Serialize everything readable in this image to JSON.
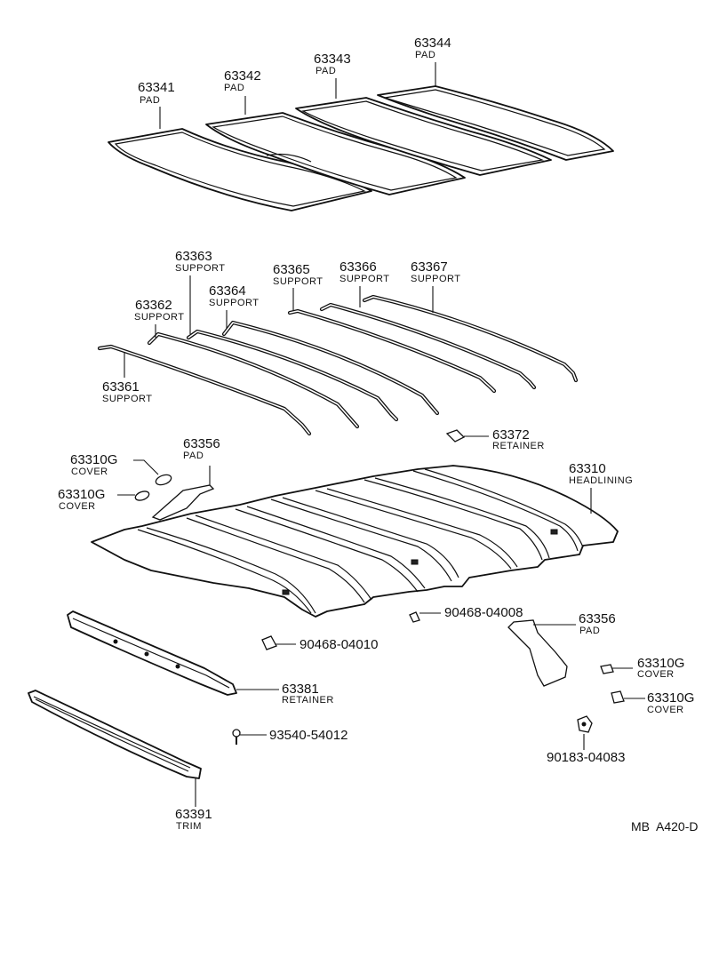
{
  "callouts": [
    {
      "id": "c63341",
      "number": "63341",
      "desc": "PAD"
    },
    {
      "id": "c63342",
      "number": "63342",
      "desc": "PAD"
    },
    {
      "id": "c63343",
      "number": "63343",
      "desc": "PAD"
    },
    {
      "id": "c63344",
      "number": "63344",
      "desc": "PAD"
    },
    {
      "id": "c63361",
      "number": "63361",
      "desc": "SUPPORT"
    },
    {
      "id": "c63362",
      "number": "63362",
      "desc": "SUPPORT"
    },
    {
      "id": "c63363",
      "number": "63363",
      "desc": "SUPPORT"
    },
    {
      "id": "c63364",
      "number": "63364",
      "desc": "SUPPORT"
    },
    {
      "id": "c63365",
      "number": "63365",
      "desc": "SUPPORT"
    },
    {
      "id": "c63366",
      "number": "63366",
      "desc": "SUPPORT"
    },
    {
      "id": "c63367",
      "number": "63367",
      "desc": "SUPPORT"
    },
    {
      "id": "c63372",
      "number": "63372",
      "desc": "RETAINER"
    },
    {
      "id": "c63310",
      "number": "63310",
      "desc": "HEADLINING"
    },
    {
      "id": "c63356a",
      "number": "63356",
      "desc": "PAD"
    },
    {
      "id": "c63310Ga",
      "number": "63310G",
      "desc": "COVER"
    },
    {
      "id": "c63310Gb",
      "number": "63310G",
      "desc": "COVER"
    },
    {
      "id": "c63356b",
      "number": "63356",
      "desc": "PAD"
    },
    {
      "id": "c63310Gc",
      "number": "63310G",
      "desc": "COVER"
    },
    {
      "id": "c63310Gd",
      "number": "63310G",
      "desc": "COVER"
    },
    {
      "id": "c63381",
      "number": "63381",
      "desc": "RETAINER"
    },
    {
      "id": "c63391",
      "number": "63391",
      "desc": "TRIM"
    },
    {
      "id": "c9046804008",
      "number": "90468-04008",
      "desc": ""
    },
    {
      "id": "c9046804010",
      "number": "90468-04010",
      "desc": ""
    },
    {
      "id": "c9354054012",
      "number": "93540-54012",
      "desc": ""
    },
    {
      "id": "c9018304083",
      "number": "90183-04083",
      "desc": ""
    }
  ],
  "reference": "MB  A420-D"
}
